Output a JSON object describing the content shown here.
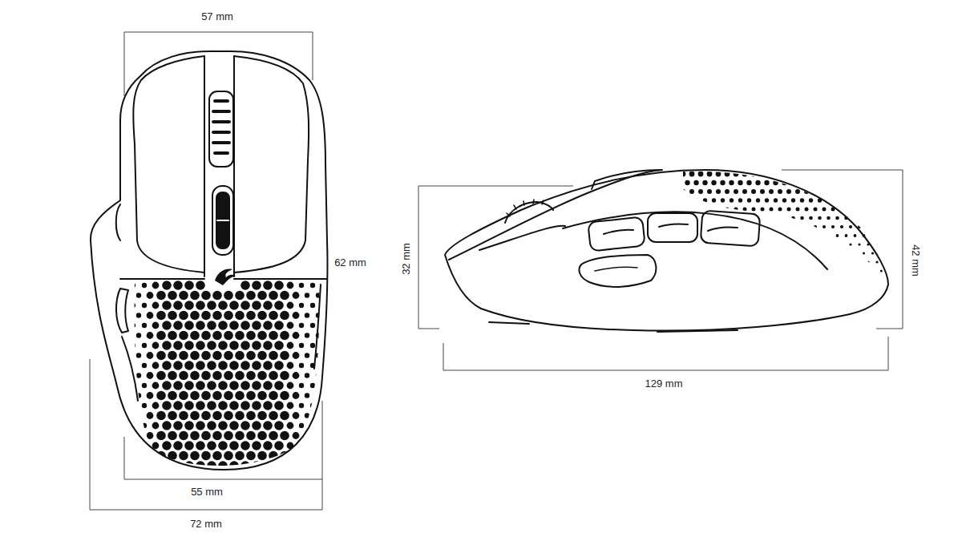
{
  "diagram": {
    "labels": [
      "57 mm",
      "62 mm",
      "32 mm",
      "42 mm",
      "129 mm",
      "55 mm",
      "72 mm"
    ]
  }
}
